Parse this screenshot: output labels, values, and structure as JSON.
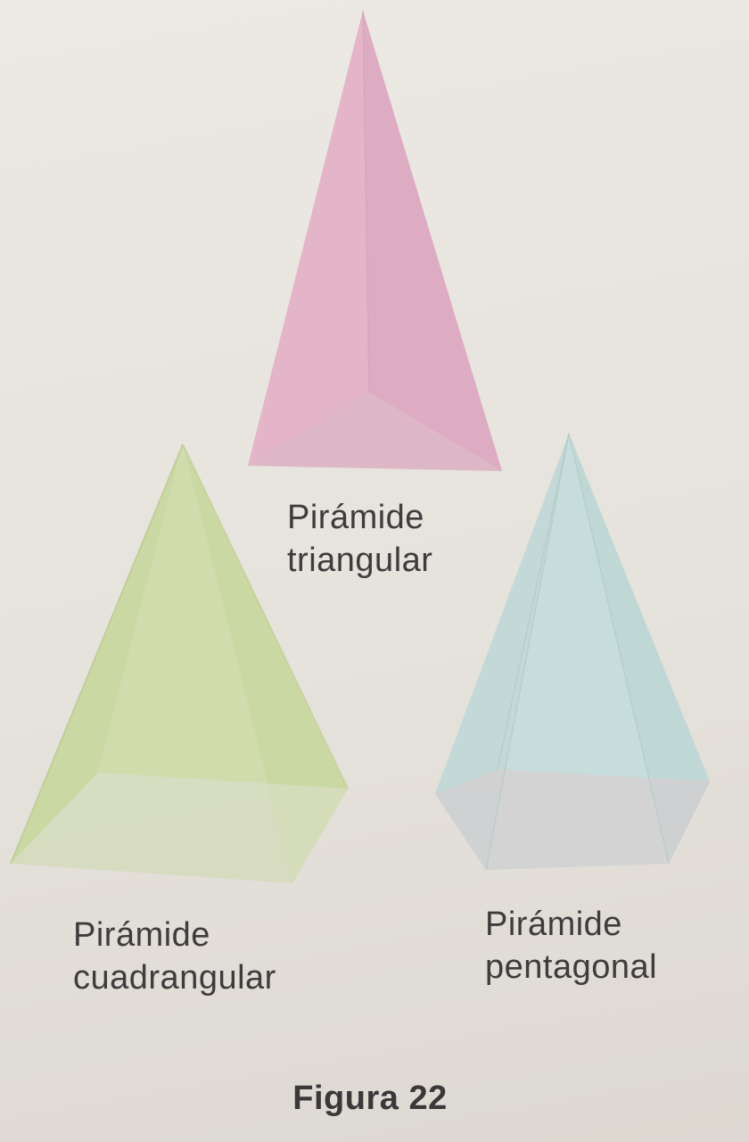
{
  "colors": {
    "background": "#e7e3dd",
    "triangular_pyramid": "#e3b3c7",
    "square_pyramid": "#cfdcaa",
    "pentagonal_pyramid": "#c8dfdc",
    "text": "#3e3c3d"
  },
  "pyramids": [
    {
      "shape": "triangular",
      "label_line1": "Pirámide",
      "label_line2": "triangular"
    },
    {
      "shape": "square",
      "label_line1": "Pirámide",
      "label_line2": "cuadrangular"
    },
    {
      "shape": "pentagonal",
      "label_line1": "Pirámide",
      "label_line2": "pentagonal"
    }
  ],
  "caption": "Figura 22"
}
